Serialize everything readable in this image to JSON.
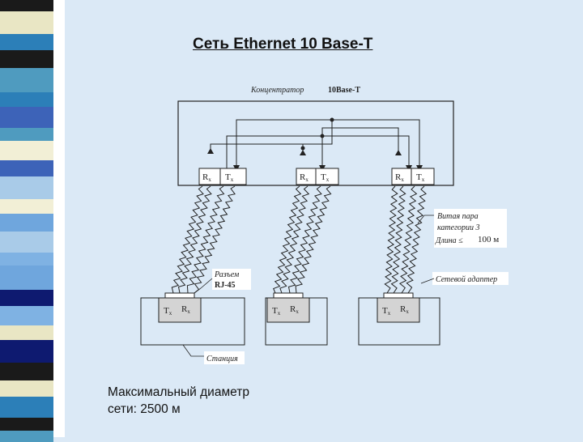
{
  "title": "Сеть Ethernet  10 Base-T",
  "hub": {
    "label": "Концентратор",
    "type": "10Base-T"
  },
  "hub_ports": [
    {
      "rx": "R",
      "rx_sub": "x",
      "tx": "T",
      "tx_sub": "x"
    },
    {
      "rx": "R",
      "rx_sub": "x",
      "tx": "T",
      "tx_sub": "x"
    },
    {
      "rx": "R",
      "rx_sub": "x",
      "tx": "T",
      "tx_sub": "x"
    }
  ],
  "station_ports": [
    {
      "tx": "T",
      "tx_sub": "x",
      "rx": "R",
      "rx_sub": "x"
    },
    {
      "tx": "T",
      "tx_sub": "x",
      "rx": "R",
      "rx_sub": "x"
    },
    {
      "tx": "T",
      "tx_sub": "x",
      "rx": "R",
      "rx_sub": "x"
    }
  ],
  "annotations": {
    "twisted_pair_line1": "Витая пара",
    "twisted_pair_line2": "категории 3",
    "length_prefix": "Длина ≤",
    "length_value": "100 м",
    "connector_line1": "Разъем",
    "connector_line2": "RJ-45",
    "network_adapter": "Сетевой адаптер",
    "station": "Станция"
  },
  "caption": {
    "line1": "Максимальный диаметр",
    "line2": "сети: 2500 м"
  },
  "colors": {
    "background": "#dbe9f6",
    "line": "#222222",
    "port_fill": "#d4d4d4"
  }
}
